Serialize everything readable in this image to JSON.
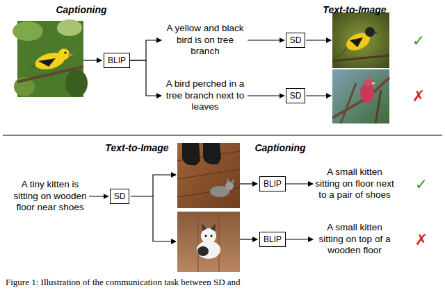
{
  "diagram": {
    "caption": "Figure 1: Illustration of the communication task between SD and",
    "nodes": [
      {
        "text": [
          "BLIP"
        ]
      },
      {
        "text": [
          "A yellow and black bird is on tree branch"
        ]
      },
      {
        "text": [
          "A bird perched in a tree branch next to leaves"
        ]
      },
      {
        "text": [
          "SD"
        ]
      },
      {
        "text": [
          "SD"
        ]
      },
      {
        "text": [
          "A tiny kitten is sitting on wooden floor near shoes"
        ]
      },
      {
        "text": [
          "SD"
        ]
      },
      {
        "text": [
          "BLIP"
        ]
      },
      {
        "text": [
          "A small kitten sitting on floor next to a pair of shoes"
        ]
      },
      {
        "text": [
          "BLIP"
        ]
      },
      {
        "text": [
          "A small kitten sitting on top of a wooden floor"
        ]
      }
    ],
    "edges": [
      {
        "from": 0,
        "to": 1,
        "arrow": "to"
      },
      {
        "from": 0,
        "to": 2,
        "arrow": "to"
      },
      {
        "from": 1,
        "to": 3,
        "arrow": "to"
      },
      {
        "from": 2,
        "to": 4,
        "arrow": "to"
      },
      {
        "from": 5,
        "to": 6,
        "arrow": "to"
      },
      {
        "from": 7,
        "to": 8,
        "arrow": "to"
      },
      {
        "from": 9,
        "to": 10,
        "arrow": "to"
      }
    ],
    "labels": [
      "Captioning",
      "Text-to-Image",
      "✓",
      "✗",
      "Text-to-Image",
      "Captioning",
      "✓",
      "✗"
    ]
  }
}
